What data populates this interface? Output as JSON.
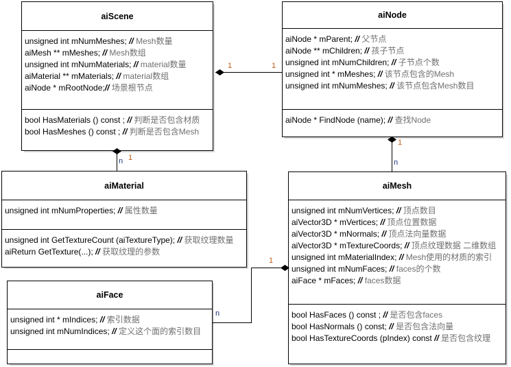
{
  "diagram": {
    "title": "Assimp data structure UML class diagram",
    "accent_multiplicity_color": "#c05a10",
    "accent_multiplicity_n_color": "#14307a",
    "comment_color": "#6f6f6f"
  },
  "classes": {
    "aiScene": {
      "name": "aiScene",
      "attributes": [
        {
          "code": "unsigned int mNumMeshes;",
          "comment": "Mesh数量"
        },
        {
          "code": "aiMesh **  mMeshes;",
          "comment": "Mesh数组"
        },
        {
          "code": "unsigned int mNumMaterials;",
          "comment": "material数量"
        },
        {
          "code": "aiMaterial ** mMaterials;",
          "comment": "material数组"
        },
        {
          "code": "aiNode * mRootNode;",
          "comment": "场景根节点"
        }
      ],
      "methods": [
        {
          "code": "bool  HasMaterials () const ;",
          "comment": "判断是否包含材质"
        },
        {
          "code": "bool HasMeshes () const ;  ",
          "comment": "判断是否包含Mesh"
        }
      ]
    },
    "aiNode": {
      "name": "aiNode",
      "attributes": [
        {
          "code": "aiNode *   mParent;",
          "comment": "父节点"
        },
        {
          "code": "aiNode **  mChildren;",
          "comment": "孩子节点"
        },
        {
          "code": "unsigned int mNumChildren;",
          "comment": "子节点个数"
        },
        {
          "code": "unsigned int *  mMeshes;",
          "comment": "该节点包含的Mesh"
        },
        {
          "code": "unsigned int     mNumMeshes;",
          "comment": "该节点包含Mesh数目"
        }
      ],
      "methods": [
        {
          "code": "aiNode * FindNode (name);",
          "comment": "查找Node"
        }
      ]
    },
    "aiMaterial": {
      "name": "aiMaterial",
      "attributes": [
        {
          "code": "unsigned int mNumProperties;",
          "comment": "属性数量"
        }
      ],
      "methods": [
        {
          "code": "unsigned int GetTextureCount (aiTextureType);",
          "comment": "获取纹理数量"
        },
        {
          "code": "aiReturn   GetTexture(...); ",
          "comment": "获取纹理的参数"
        }
      ]
    },
    "aiMesh": {
      "name": "aiMesh",
      "attributes": [
        {
          "code": "unsigned int mNumVertices;",
          "comment": "顶点数目"
        },
        {
          "code": "aiVector3D * mVertices;",
          "comment": "顶点位置数据"
        },
        {
          "code": "aiVector3D * mNormals;",
          "comment": "顶点法向量数据"
        },
        {
          "code": "aiVector3D * mTextureCoords;",
          "comment": "顶点纹理数据 二维数组"
        },
        {
          "code": "unsigned int mMaterialIndex;",
          "comment": "Mesh使用的材质的索引"
        },
        {
          "code": "unsigned int mNumFaces;",
          "comment": "faces的个数"
        },
        {
          "code": "aiFace *  mFaces;",
          "comment": "faces数据"
        }
      ],
      "methods": [
        {
          "code": "bool  HasFaces () const ;",
          "comment": "是否包含faces"
        },
        {
          "code": "bool  HasNormals () const;",
          "comment": "是否包含法向量"
        },
        {
          "code": "bool HasTextureCoords (pIndex) const",
          "comment": "是否包含纹理"
        }
      ]
    },
    "aiFace": {
      "name": "aiFace",
      "attributes": [
        {
          "code": "unsigned int * mIndices;",
          "comment": "索引数据"
        },
        {
          "code": "unsigned int   mNumIndices;",
          "comment": "定义这个面的索引数目"
        }
      ],
      "methods": []
    }
  },
  "relations": {
    "scene_node": {
      "source_mult": "1",
      "target_mult": "1"
    },
    "scene_material": {
      "source_mult": "1",
      "target_mult": "n"
    },
    "node_mesh": {
      "source_mult": "1",
      "target_mult": "n"
    },
    "mesh_face": {
      "source_mult": "1",
      "target_mult": "n"
    }
  }
}
